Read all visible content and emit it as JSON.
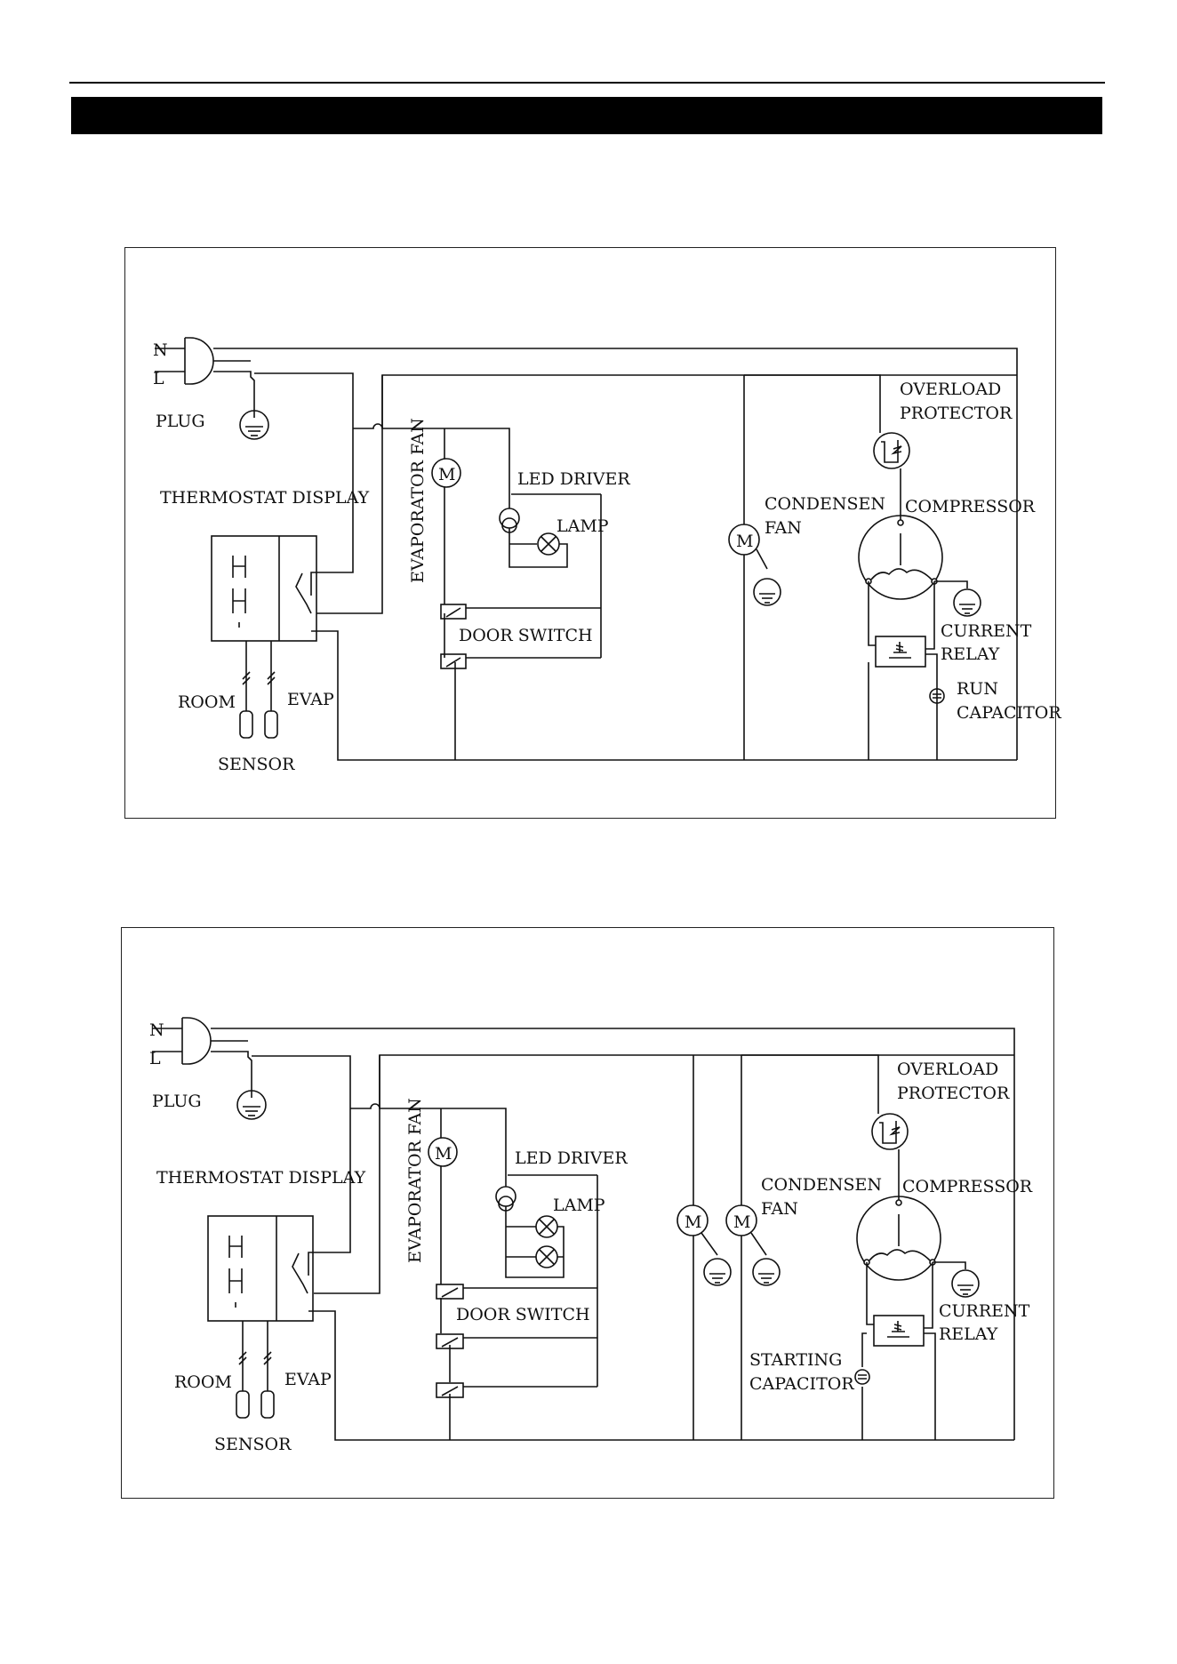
{
  "diagram_1": {
    "labels": {
      "plug_n": "N",
      "plug_l": "L",
      "plug": "PLUG",
      "thermostat_display": "THERMOSTAT DISPLAY",
      "evaporator_fan": "EVAPORATOR FAN",
      "led_driver": "LED DRIVER",
      "lamp": "LAMP",
      "door_switch": "DOOR SWITCH",
      "room": "ROOM",
      "evap": "EVAP",
      "sensor": "SENSOR",
      "condensen": "CONDENSEN",
      "fan": "FAN",
      "overload": "OVERLOAD",
      "protector": "PROTECTOR",
      "compressor": "COMPRESSOR",
      "current": "CURRENT",
      "relay": "RELAY",
      "run": "RUN",
      "capacitor": "CAPACITOR",
      "motor_m": "M"
    }
  },
  "diagram_2": {
    "labels": {
      "plug_n": "N",
      "plug_l": "L",
      "plug": "PLUG",
      "thermostat_display": "THERMOSTAT DISPLAY",
      "evaporator_fan": "EVAPORATOR FAN",
      "led_driver": "LED DRIVER",
      "lamp": "LAMP",
      "door_switch": "DOOR SWITCH",
      "room": "ROOM",
      "evap": "EVAP",
      "sensor": "SENSOR",
      "condensen": "CONDENSEN",
      "fan": "FAN",
      "overload": "OVERLOAD",
      "protector": "PROTECTOR",
      "compressor": "COMPRESSOR",
      "current": "CURRENT",
      "relay": "RELAY",
      "starting": "STARTING",
      "capacitor": "CAPACITOR",
      "motor_m": "M"
    }
  }
}
